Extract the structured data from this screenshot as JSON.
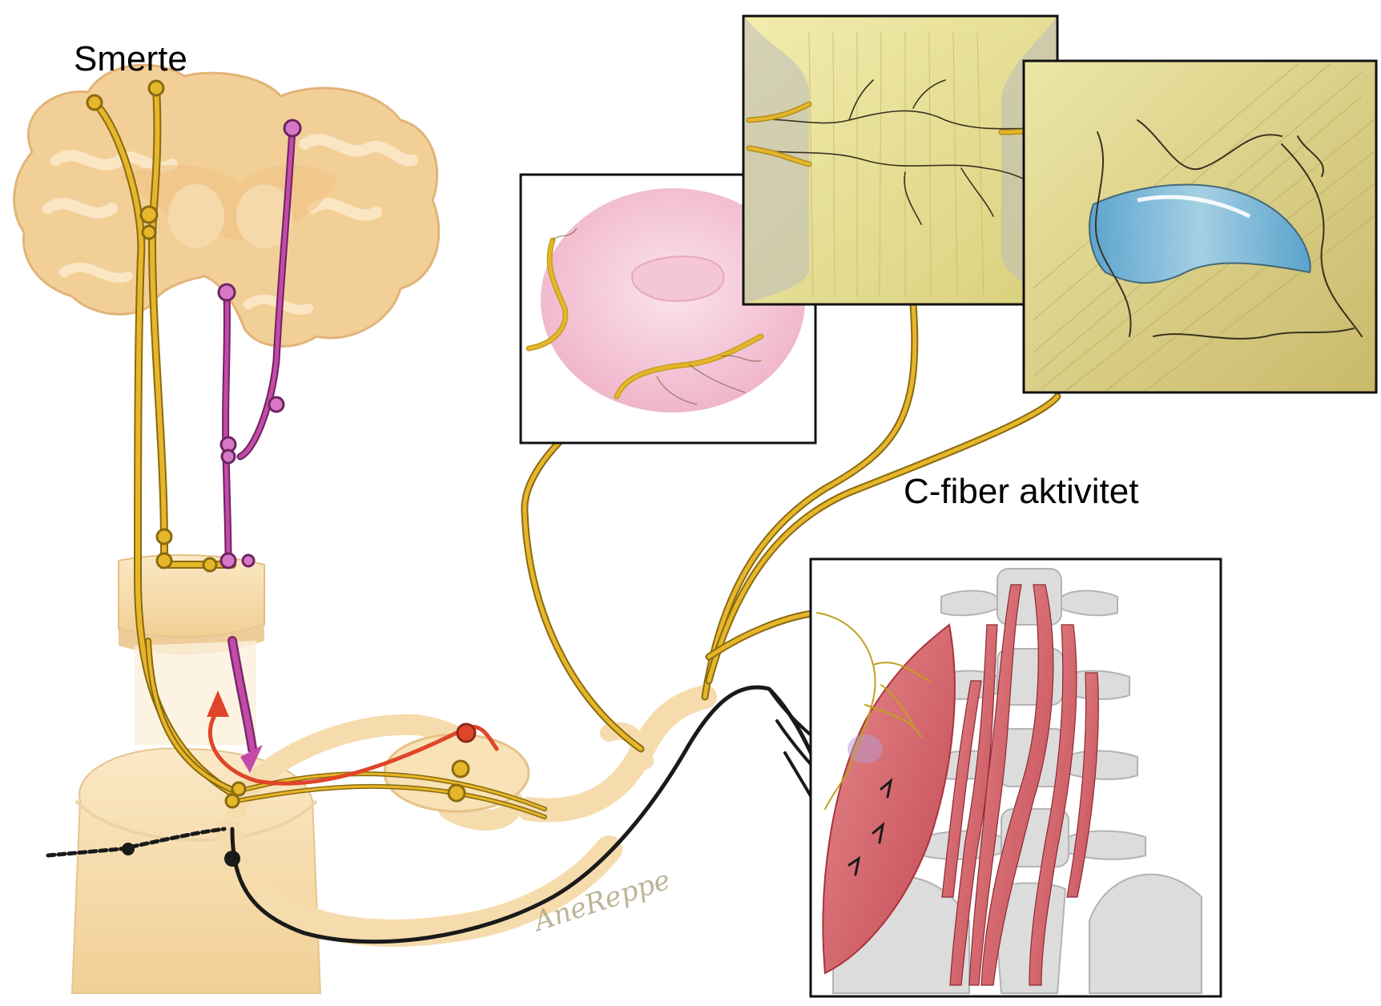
{
  "labels": {
    "pain": "Smerte",
    "c_fiber": "C-fiber aktivitet"
  },
  "signature": "AneReppe",
  "colors": {
    "nerve_yellow": "#e6b62b",
    "nerve_outline": "#8a6a10",
    "efferent_black": "#1a1a1a",
    "descending_magenta": "#c44aa8",
    "reflex_red": "#e0452a",
    "tissue_cream": "#f8e4b8",
    "brain_tan": "#f3cf98",
    "disc_pink": "#f4c6d6",
    "ligament_yellow": "#ece79a",
    "muscle_red": "#c8404a",
    "bone_grey": "#d9d9d9",
    "blue_disc": "#5aa7d8"
  },
  "panels": [
    "joint-capsule-panel",
    "ligament-panel",
    "intervertebral-disc-panel",
    "back-muscles-panel"
  ]
}
